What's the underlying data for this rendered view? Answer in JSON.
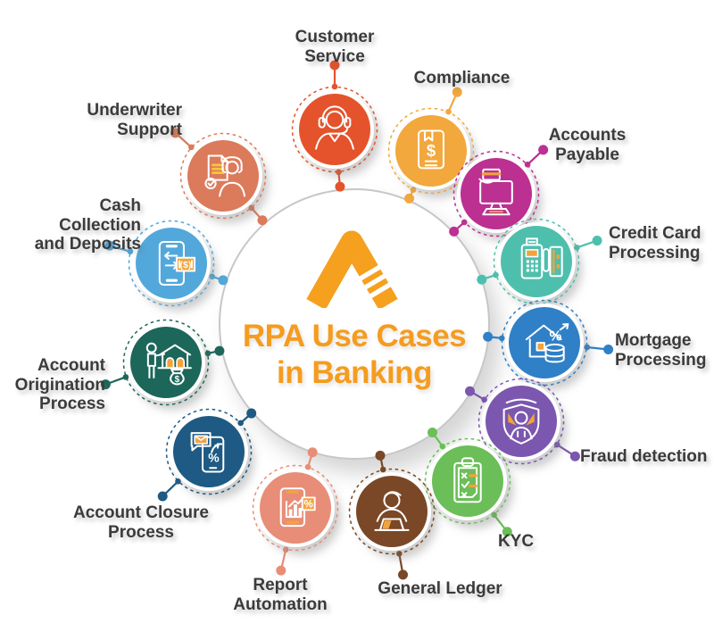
{
  "background_color": "#FFFFFF",
  "hub": {
    "logo_icon": "automation-anywhere-logo",
    "logo_color": "#F5A01E",
    "border_color": "#C7C7C7",
    "title_line1": "RPA Use Cases",
    "title_line2": "in Banking",
    "title_color": "#F59C1E"
  },
  "label_text_color": "#3B3B3B",
  "accent_orange": "#F2A33C",
  "items": [
    {
      "id": "customer-service",
      "label": "Customer Service",
      "lines": [
        "Customer",
        "Service"
      ],
      "color": "#E4532B",
      "icon": "headset-agent-icon"
    },
    {
      "id": "compliance",
      "label": "Compliance",
      "lines": [
        "Compliance"
      ],
      "color": "#F2A83C",
      "icon": "ledger-book-dollar-icon"
    },
    {
      "id": "accounts-payable",
      "label": "Accounts Payable",
      "lines": [
        "Accounts",
        "Payable"
      ],
      "color": "#BC3092",
      "icon": "monitor-card-payment-icon"
    },
    {
      "id": "credit-card",
      "label": "Credit Card Processing",
      "lines": [
        "Credit Card",
        "Processing"
      ],
      "color": "#4FBFAD",
      "icon": "pos-terminal-icon"
    },
    {
      "id": "mortgage",
      "label": "Mortgage Processing",
      "lines": [
        "Mortgage",
        "Processing"
      ],
      "color": "#2F80C7",
      "icon": "house-percent-coins-icon"
    },
    {
      "id": "fraud",
      "label": "Fraud detection",
      "lines": [
        "Fraud detection"
      ],
      "color": "#7B57AF",
      "icon": "shield-person-icon"
    },
    {
      "id": "kyc",
      "label": "KYC",
      "lines": [
        "KYC"
      ],
      "color": "#6BBE58",
      "icon": "checklist-clipboard-icon"
    },
    {
      "id": "general-ledger",
      "label": "General Ledger",
      "lines": [
        "General Ledger"
      ],
      "color": "#7A4826",
      "icon": "person-laptop-icon"
    },
    {
      "id": "report-automation",
      "label": "Report Automation",
      "lines": [
        "Report",
        "Automation"
      ],
      "color": "#E88D77",
      "icon": "tablet-chart-icon"
    },
    {
      "id": "account-closure",
      "label": "Account Closure Process",
      "lines": [
        "Account Closure",
        "Process"
      ],
      "color": "#1E5A83",
      "icon": "phone-envelope-icon"
    },
    {
      "id": "account-origination",
      "label": "Account Origination Process",
      "lines": [
        "Account",
        "Origination",
        "Process"
      ],
      "color": "#1C6759",
      "icon": "person-bank-moneybag-icon"
    },
    {
      "id": "cash-collection",
      "label": "Cash Collection and Deposits",
      "lines": [
        "Cash Collection",
        "and Deposits"
      ],
      "color": "#52A8DB",
      "icon": "phone-transfer-cash-icon"
    },
    {
      "id": "underwriter",
      "label": "Underwriter Support",
      "lines": [
        "Underwriter",
        "Support"
      ],
      "color": "#DB7B5B",
      "icon": "document-check-person-icon"
    }
  ]
}
